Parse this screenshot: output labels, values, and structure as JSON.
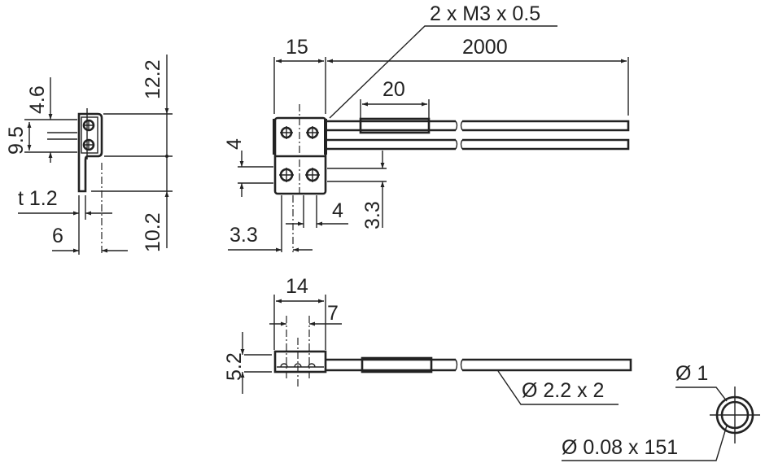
{
  "title": "Fiber optic cable dimensional drawing",
  "side_view": {
    "dim_height_upper": "12.2",
    "dim_height_lower": "10.2",
    "dim_hole_offset": "4.6",
    "dim_hole_spacing": "9.5",
    "dim_thickness": "t 1.2",
    "dim_width": "6"
  },
  "top_view": {
    "dim_body_width": "15",
    "dim_cable_length": "2000",
    "thread_label": "2 x M3 x 0.5",
    "dim_sleeve_length": "20",
    "dim_left_4": "4",
    "dim_right_3_3": "3.3",
    "dim_bottom_4": "4",
    "dim_bottom_3_3": "3.3"
  },
  "front_view": {
    "dim_width": "14",
    "dim_half": "7",
    "dim_height": "5.2",
    "cable_label": "Ø 2.2 x 2"
  },
  "cross_section": {
    "core_label": "Ø 1",
    "fiber_label": "Ø 0.08 x 151"
  }
}
